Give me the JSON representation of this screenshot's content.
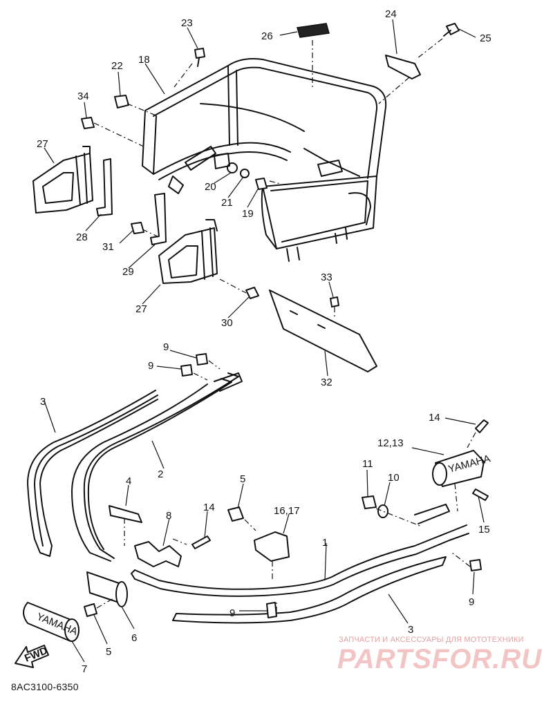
{
  "diagram": {
    "code": "8AC3100-6350",
    "fwd_label": "FWD",
    "brand_label": "YAMAHA",
    "callouts": {
      "c1": "1",
      "c2": "2",
      "c3a": "3",
      "c3b": "3",
      "c4": "4",
      "c5a": "5",
      "c5b": "5",
      "c6": "6",
      "c7": "7",
      "c8": "8",
      "c9a": "9",
      "c9b": "9",
      "c9c": "9",
      "c9d": "9",
      "c10": "10",
      "c11": "11",
      "c1213": "12,13",
      "c14a": "14",
      "c14b": "14",
      "c15": "15",
      "c1617": "16,17",
      "c18": "18",
      "c19": "19",
      "c20": "20",
      "c21": "21",
      "c22": "22",
      "c23": "23",
      "c24": "24",
      "c25": "25",
      "c26": "26",
      "c27a": "27",
      "c27b": "27",
      "c28": "28",
      "c29": "29",
      "c30": "30",
      "c31": "31",
      "c32": "32",
      "c33": "33",
      "c34": "34"
    }
  },
  "watermark": {
    "subtitle": "ЗАПЧАСТИ И АКСЕССУАРЫ ДЛЯ МОТОТЕХНИКИ",
    "brand": "PARTSFOR.RU"
  }
}
